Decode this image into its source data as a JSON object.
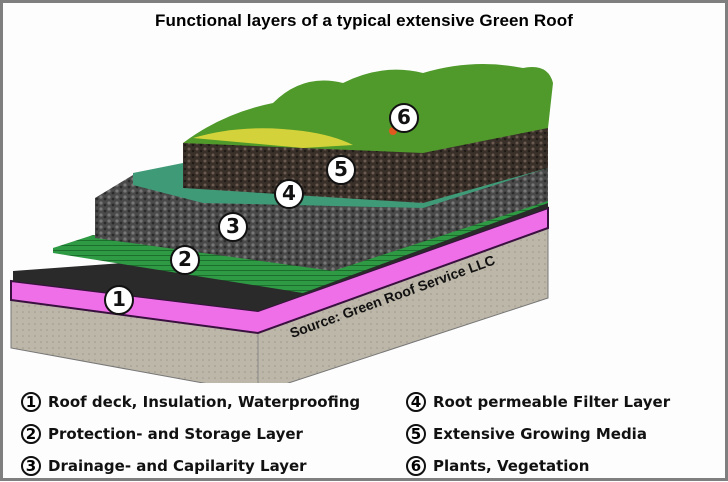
{
  "title": "Functional layers of a typical extensive Green Roof",
  "source": "Source: Green Roof Service LLC",
  "badges": [
    "1",
    "2",
    "3",
    "4",
    "5",
    "6"
  ],
  "legend": [
    {
      "num": "1",
      "label": "Roof deck, Insulation, Waterproofing"
    },
    {
      "num": "2",
      "label": "Protection- and Storage Layer"
    },
    {
      "num": "3",
      "label": "Drainage- and Capilarity Layer"
    },
    {
      "num": "4",
      "label": "Root permeable Filter Layer"
    },
    {
      "num": "5",
      "label": "Extensive Growing Media"
    },
    {
      "num": "6",
      "label": "Plants, Vegetation"
    }
  ],
  "colors": {
    "deck": "#bcb6a8",
    "insulation": "#ee6fe8",
    "waterproofing": "#2a2a2a",
    "protection": "#2f9a45",
    "drainage": "#4e4e4e",
    "filter": "#3f9a78",
    "media": "#3b322c",
    "plants": "#4f9a2a"
  }
}
